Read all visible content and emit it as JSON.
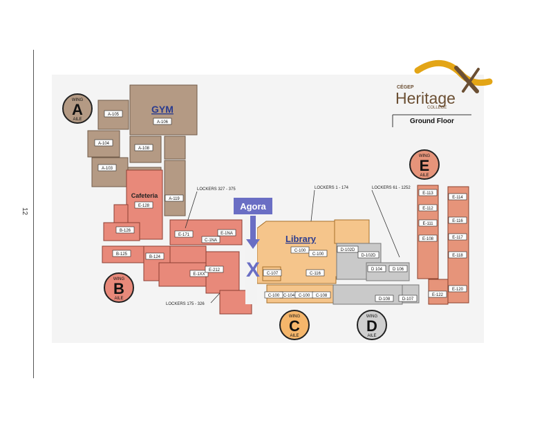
{
  "page_number": "12",
  "logo": {
    "line1": "CÉGEP",
    "line2": "Heritage",
    "line3": "COLLEGE"
  },
  "floor_label": "Ground Floor",
  "wings": [
    {
      "id": "A",
      "word1": "WING",
      "word2": "AILE",
      "color": "#b49a84"
    },
    {
      "id": "B",
      "word1": "WING",
      "word2": "AILE",
      "color": "#e8897a"
    },
    {
      "id": "C",
      "word1": "WING",
      "word2": "AILE",
      "color": "#f5b66b"
    },
    {
      "id": "D",
      "word1": "WING",
      "word2": "AILE",
      "color": "#cfcfcf"
    },
    {
      "id": "E",
      "word1": "WING",
      "word2": "AILE",
      "color": "#e6947a"
    }
  ],
  "big_labels": {
    "gym": "GYM",
    "library": "Library",
    "cafeteria": "Cafeteria",
    "agora": "Agora"
  },
  "agora_marker": "X",
  "lockers": [
    "LOCKERS 327 - 375",
    "LOCKERS 1 - 174",
    "LOCKERS 61 - 1252",
    "LOCKERS 175 - 326"
  ],
  "rooms": {
    "a": [
      "A-105",
      "A-106",
      "A-104",
      "A-108",
      "A-103",
      "A-119"
    ],
    "b": [
      "B-126",
      "E-128",
      "B-125",
      "B-124",
      "E-171",
      "C-1NA",
      "E-1NA",
      "E-1XX",
      "E-212"
    ],
    "c": [
      "C-100",
      "C-107",
      "C-104",
      "C-100",
      "C-100",
      "C-108",
      "C-116",
      "C-100"
    ],
    "d": [
      "D-102D",
      "D-102D",
      "D 104",
      "D 106",
      "D-107",
      "D-108"
    ],
    "e": [
      "E-113",
      "E-114",
      "E-112",
      "E-116",
      "E-111",
      "E-117",
      "E-108",
      "E-118",
      "E-120",
      "E-122"
    ]
  },
  "colors": {
    "wing_a": "#b49a84",
    "wing_b": "#e8897a",
    "wing_c": "#f5c58b",
    "wing_d": "#c9c9c9",
    "wing_e": "#e6947a",
    "corridor": "#f3f3f3",
    "agora_box": "#6a6ec4",
    "logo_gold": "#e3a516",
    "logo_brown": "#6b4f33"
  }
}
